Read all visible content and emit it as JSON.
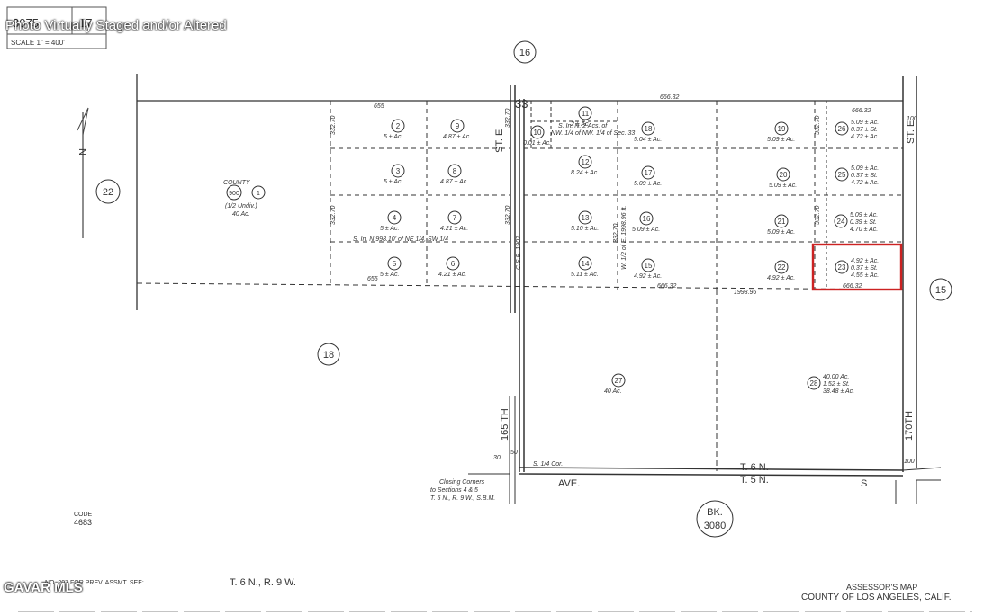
{
  "header": {
    "map_number": "3075",
    "page_number": "17",
    "scale_label": "SCALE 1\" = 400'",
    "watermark": "Photo Virtually Staged and/or Altered"
  },
  "footer": {
    "code_label": "CODE",
    "code_value": "4683",
    "prev_assmt": "NO. 207   FOR PREV. ASSMT. SEE:",
    "township_range": "T. 6 N., R. 9 W.",
    "assessor_line1": "ASSESSOR'S MAP",
    "assessor_line2": "COUNTY OF LOS ANGELES, CALIF.",
    "mls_watermark": "GAVAR MLS",
    "book_label": "BK.",
    "book_number": "3080",
    "closing_note_1": "Closing Corners",
    "closing_note_2": "to Sections 4 & 5",
    "closing_note_3": "T. 5 N., R. 9 W., S.B.M."
  },
  "adjacent": {
    "left": "22",
    "top": "16",
    "right": "15",
    "lower_left": "18"
  },
  "section_corner": "33",
  "streets": {
    "st_e_left": "ST. E",
    "st_e_right": "ST. E",
    "th_165": "165 TH",
    "th_170": "170TH",
    "ave": "AVE.",
    "ave_s": "S",
    "t6n": "T. 6 N.",
    "t5n": "T. 5 N.",
    "quarter_cor": "S. 1/4 Cor."
  },
  "county_parcel": {
    "label": "COUNTY",
    "code": "900",
    "number": "1",
    "desc_1": "(1/2 Undiv.)",
    "desc_2": "40 Ac."
  },
  "parcels": [
    {
      "num": "2",
      "area": "5 ± Ac."
    },
    {
      "num": "3",
      "area": "5 ± Ac."
    },
    {
      "num": "4",
      "area": "5 ± Ac."
    },
    {
      "num": "5",
      "area": "5 ± Ac."
    },
    {
      "num": "9",
      "area": "4.87 ± Ac."
    },
    {
      "num": "8",
      "area": "4.87 ± Ac."
    },
    {
      "num": "7",
      "area": "4.21 ± Ac."
    },
    {
      "num": "6",
      "area": "4.21 ± Ac."
    },
    {
      "num": "10",
      "area": "0.01 ± Ac."
    },
    {
      "num": "11",
      "area": "2 ± Ac."
    },
    {
      "num": "12",
      "area": "8.24 ± Ac."
    },
    {
      "num": "13",
      "area": "5.10 ± Ac."
    },
    {
      "num": "14",
      "area": "5.11 ± Ac."
    },
    {
      "num": "18",
      "area": "5.04 ± Ac."
    },
    {
      "num": "17",
      "area": "5.09 ± Ac."
    },
    {
      "num": "16",
      "area": "5.09 ± Ac."
    },
    {
      "num": "15",
      "area": "4.92 ± Ac."
    },
    {
      "num": "19",
      "area": "5.09 ± Ac."
    },
    {
      "num": "20",
      "area": "5.09 ± Ac."
    },
    {
      "num": "21",
      "area": "5.09 ± Ac."
    },
    {
      "num": "22",
      "area": "4.92 ± Ac."
    },
    {
      "num": "26",
      "area": "5.09 ± Ac.",
      "sub1": "0.37 ± St.",
      "sub2": "4.72 ± Ac."
    },
    {
      "num": "25",
      "area": "5.09 ± Ac.",
      "sub1": "0.37 ± St.",
      "sub2": "4.72 ± Ac."
    },
    {
      "num": "24",
      "area": "5.09 ± Ac.",
      "sub1": "0.39 ± St.",
      "sub2": "4.70 ± Ac."
    },
    {
      "num": "23",
      "area": "4.92 ± Ac.",
      "sub1": "0.37 ± St.",
      "sub2": "4.55 ± Ac."
    },
    {
      "num": "27",
      "area": "40 Ac."
    },
    {
      "num": "28",
      "area": "40.00 Ac.",
      "sub1": "1.52 ± St.",
      "sub2": "38.48 ± Ac."
    }
  ],
  "dimensions": {
    "top_left": "655",
    "bottom_left": "655",
    "top_mid": "666.32",
    "top_right": "666.32",
    "bottom_mid": "666.32",
    "bottom_total": "1998.96",
    "bottom_right": "666.32",
    "side_332_70": "332.70",
    "w_half": "W. 1/2 of E. 1998.96 ft.",
    "line_note": "S. In. N 998.10' of NE 1/4, SW 1/4",
    "top_note_1": "S. In. N. 2 Acs. of",
    "top_note_2": "NW. 1/4 of NW. 1/4 of Sec. 33",
    "csb": "C.S.B. 1907",
    "d50": "50",
    "d30": "30",
    "d100": "100",
    "d100b": "100"
  },
  "highlight": {
    "parcel": "23",
    "color": "#cc2222"
  }
}
